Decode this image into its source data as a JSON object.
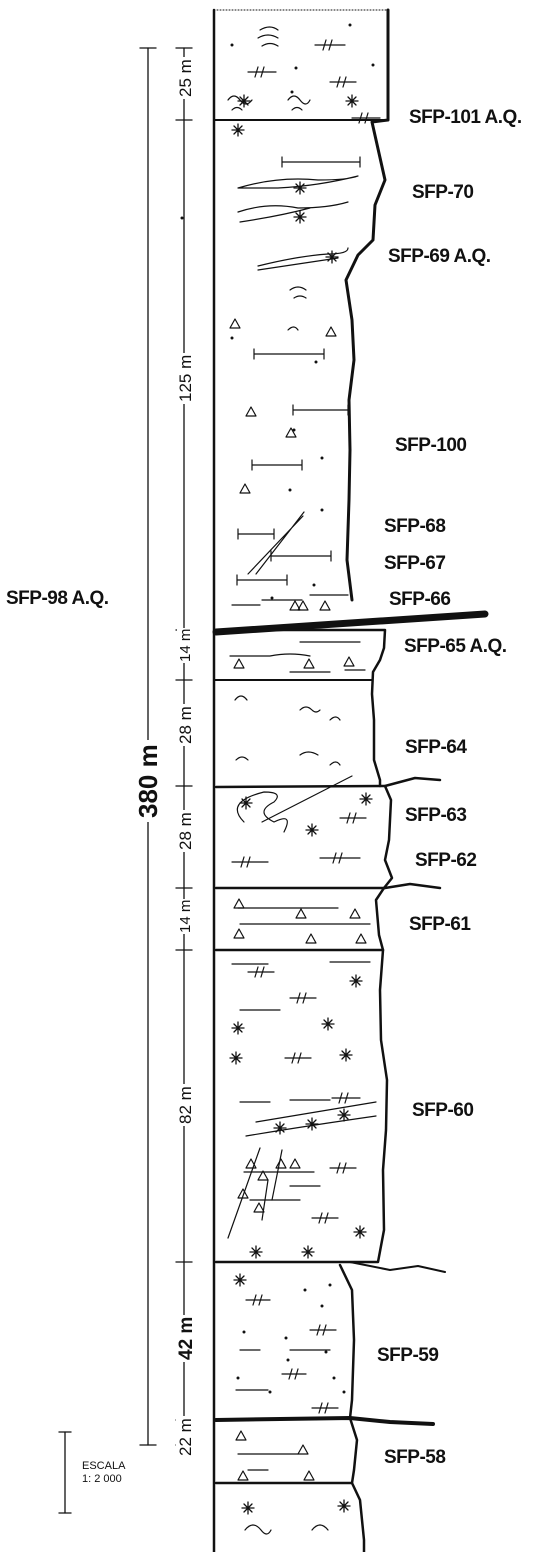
{
  "total_thickness": "380 m",
  "member_label": "SFP-98 A.Q.",
  "scale": {
    "title": "ESCALA",
    "ratio": "1: 2 000"
  },
  "intervals": [
    "25 m",
    "125 m",
    "14 m",
    "28 m",
    "28 m",
    "14 m",
    "82 m",
    "42 m",
    "22 m"
  ],
  "samples": [
    "SFP-101 A.Q.",
    "SFP-70",
    "SFP-69 A.Q.",
    "SFP-100",
    "SFP-68",
    "SFP-67",
    "SFP-66",
    "SFP-65 A.Q.",
    "SFP-64",
    "SFP-63",
    "SFP-62",
    "SFP-61",
    "SFP-60",
    "SFP-59",
    "SFP-58"
  ]
}
